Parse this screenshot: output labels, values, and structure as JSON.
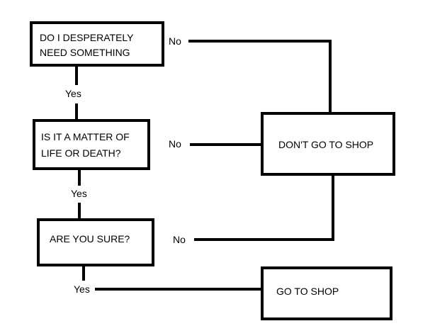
{
  "diagram": {
    "nodes": {
      "desperate": {
        "lines": [
          "DO I DESPERATELY",
          "NEED SOMETHING"
        ]
      },
      "life_death": {
        "lines": [
          "IS IT A MATTER OF",
          "LIFE OR DEATH?"
        ]
      },
      "sure": {
        "lines": [
          "ARE YOU SURE?"
        ]
      },
      "dont_go": {
        "lines": [
          "DON'T GO TO SHOP"
        ]
      },
      "go": {
        "lines": [
          "GO TO SHOP"
        ]
      }
    },
    "edges": {
      "desperate_no": "No",
      "desperate_yes": "Yes",
      "life_death_no": "No",
      "life_death_yes": "Yes",
      "sure_no": "No",
      "sure_yes": "Yes"
    },
    "colors": {
      "stroke": "#000000",
      "background": "#ffffff"
    }
  }
}
